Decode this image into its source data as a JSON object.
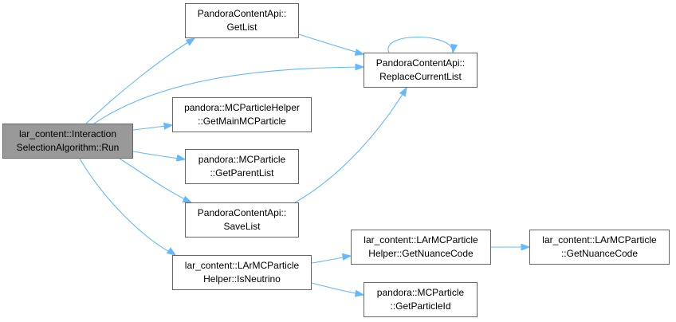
{
  "graph": {
    "nodes": [
      {
        "id": "run",
        "name": "node-interaction-selection-run",
        "root": true,
        "line1": "lar_content::Interaction",
        "line2": "SelectionAlgorithm::Run"
      },
      {
        "id": "getlist",
        "name": "node-pandora-content-api-getlist",
        "root": false,
        "line1": "PandoraContentApi::",
        "line2": "GetList"
      },
      {
        "id": "replace",
        "name": "node-pandora-content-api-replacecurrentlist",
        "root": false,
        "line1": "PandoraContentApi::",
        "line2": "ReplaceCurrentList"
      },
      {
        "id": "mainmc",
        "name": "node-mcparticlehelper-getmainmcparticle",
        "root": false,
        "line1": "pandora::MCParticleHelper",
        "line2": "::GetMainMCParticle"
      },
      {
        "id": "parentlist",
        "name": "node-mcparticle-getparentlist",
        "root": false,
        "line1": "pandora::MCParticle",
        "line2": "::GetParentList"
      },
      {
        "id": "savelist",
        "name": "node-pandora-content-api-savelist",
        "root": false,
        "line1": "PandoraContentApi::",
        "line2": "SaveList"
      },
      {
        "id": "isneutrino",
        "name": "node-larmcparticlehelper-isneutrino",
        "root": false,
        "line1": "lar_content::LArMCParticle",
        "line2": "Helper::IsNeutrino"
      },
      {
        "id": "nuance1",
        "name": "node-larmcparticlehelper-getnuancecode",
        "root": false,
        "line1": "lar_content::LArMCParticle",
        "line2": "Helper::GetNuanceCode"
      },
      {
        "id": "nuance2",
        "name": "node-larmcparticle-getnuancecode",
        "root": false,
        "line1": "lar_content::LArMCParticle",
        "line2": "::GetNuanceCode"
      },
      {
        "id": "particleid",
        "name": "node-mcparticle-getparticleid",
        "root": false,
        "line1": "pandora::MCParticle",
        "line2": "::GetParticleId"
      }
    ]
  },
  "colors": {
    "edge": "#63b8ff",
    "node_border": "#666666",
    "root_fill": "#999999"
  }
}
